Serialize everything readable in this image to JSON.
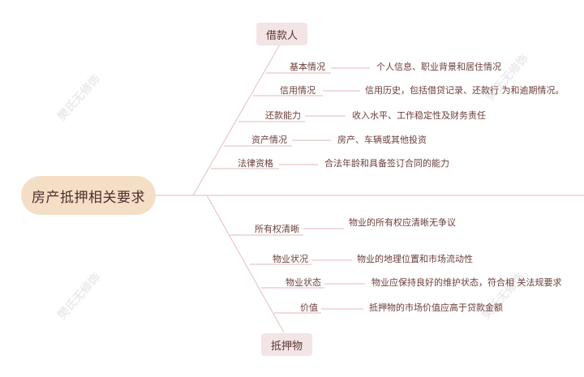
{
  "root": "房产抵押相关要求",
  "borrower": {
    "label": "借款人",
    "items": [
      {
        "label": "基本情况",
        "detail": "个人信息、职业背景和居住情况"
      },
      {
        "label": "信用情况",
        "detail": "信用历史，包括借贷记录、还款行 为和逾期情况。"
      },
      {
        "label": "还款能力",
        "detail": "收入水平、工作稳定性及财务责任"
      },
      {
        "label": "资产情况",
        "detail": "房产、车辆或其他投资"
      },
      {
        "label": "法律资格",
        "detail": "合法年龄和具备签订合同的能力"
      }
    ]
  },
  "collateral": {
    "label": "抵押物",
    "items": [
      {
        "label": "所有权清晰",
        "detail": "物业的所有权应清晰无争议"
      },
      {
        "label": "物业状况",
        "detail": "物业的地理位置和市场流动性"
      },
      {
        "label": "物业状态",
        "detail": "物业应保持良好的维护状态，符合相 关法规要求"
      },
      {
        "label": "价值",
        "detail": "抵押物的市场价值应高于贷款金额"
      }
    ]
  },
  "watermarks": [
    "樊氏无修饰",
    "樊氏无修饰",
    "樊氏无修饰",
    "樊氏无修饰"
  ],
  "colors": {
    "line": "#e6c8c8",
    "root_fill": "#f4dfc6",
    "branch_fill": "#f3e5e5",
    "text": "#6b3e3a"
  }
}
